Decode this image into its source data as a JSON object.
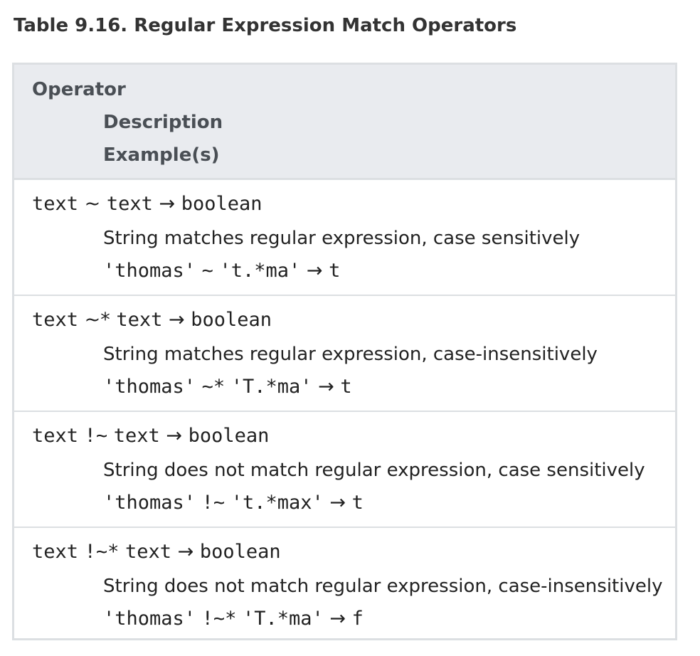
{
  "table": {
    "title": "Table 9.16. Regular Expression Match Operators",
    "header": {
      "col1": "Operator",
      "col2": "Description",
      "col3": "Example(s)"
    },
    "rows": [
      {
        "sig_left": "text",
        "sig_op": "~",
        "sig_right": "text",
        "sig_arrow": "→",
        "sig_result": "boolean",
        "description": "String matches regular expression, case sensitively",
        "example_left": "'thomas'",
        "example_op": "~",
        "example_right": "'t.*ma'",
        "example_arrow": "→",
        "example_result": "t"
      },
      {
        "sig_left": "text",
        "sig_op": "~*",
        "sig_right": "text",
        "sig_arrow": "→",
        "sig_result": "boolean",
        "description": "String matches regular expression, case-insensitively",
        "example_left": "'thomas'",
        "example_op": "~*",
        "example_right": "'T.*ma'",
        "example_arrow": "→",
        "example_result": "t"
      },
      {
        "sig_left": "text",
        "sig_op": "!~",
        "sig_right": "text",
        "sig_arrow": "→",
        "sig_result": "boolean",
        "description": "String does not match regular expression, case sensitively",
        "example_left": "'thomas'",
        "example_op": "!~",
        "example_right": "'t.*max'",
        "example_arrow": "→",
        "example_result": "t"
      },
      {
        "sig_left": "text",
        "sig_op": "!~*",
        "sig_right": "text",
        "sig_arrow": "→",
        "sig_result": "boolean",
        "description": "String does not match regular expression, case-insensitively",
        "example_left": "'thomas'",
        "example_op": "!~*",
        "example_right": "'T.*ma'",
        "example_arrow": "→",
        "example_result": "f"
      }
    ]
  }
}
